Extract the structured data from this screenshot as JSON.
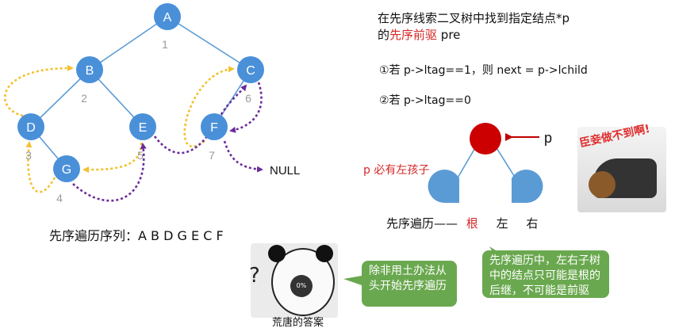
{
  "tree": {
    "nodes": [
      {
        "id": "A",
        "label": "A",
        "order": "1"
      },
      {
        "id": "B",
        "label": "B",
        "order": "2"
      },
      {
        "id": "C",
        "label": "C",
        "order": "6"
      },
      {
        "id": "D",
        "label": "D",
        "order": "3"
      },
      {
        "id": "E",
        "label": "E",
        "order": "5"
      },
      {
        "id": "F",
        "label": "F",
        "order": "7"
      },
      {
        "id": "G",
        "label": "G",
        "order": "4"
      }
    ],
    "null_label": "NULL",
    "traversal_label": "先序遍历序列：",
    "traversal_sequence": "A B D G E C F",
    "colors": {
      "node": "#4a90d9",
      "edge": "#5b9bd5",
      "thread_yellow": "#f2c12e",
      "thread_purple": "#6a2c9a",
      "order_number": "#9a9a9a"
    }
  },
  "right": {
    "title_line1": "在先序线索二叉树中找到指定结点*p",
    "title_line2_prefix": "的",
    "title_line2_red": "先序前驱",
    "title_line2_suffix": " pre",
    "rule1": "①若 p->ltag==1，则 next = p->lchild",
    "rule2": "②若 p->ltag==0",
    "p_label": "p",
    "p_note": "p 必有左孩子",
    "order_prefix": "先序遍历——",
    "order_root": "根",
    "order_left": "左",
    "order_right": "右",
    "meme_text": "臣妾做不到啊!",
    "callout2": "先序遍历中，左右子树中的结点只可能是根的后继，不可能是前驱",
    "colors": {
      "red_node": "#cc0000",
      "subtree": "#5b9bd5",
      "callout": "#6aa84f",
      "accent_red": "#d62828"
    }
  },
  "bottom": {
    "callout1": "除非用土办法从头开始先序遍历",
    "meme_caption": "荒唐的答案",
    "question_mark": "?",
    "percent": "0%"
  }
}
